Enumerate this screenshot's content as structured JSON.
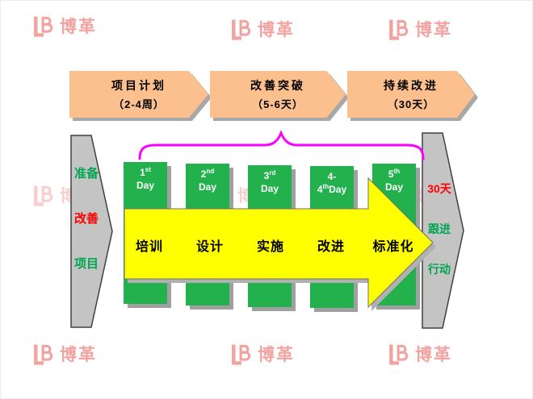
{
  "watermark": {
    "text": "博革"
  },
  "banners": [
    {
      "line1": "项目计划",
      "line2": "（2-4周）"
    },
    {
      "line1": "改善突破",
      "line2": "（5-6天）"
    },
    {
      "line1": "持续改进",
      "line2": "（30天）"
    }
  ],
  "left_arrow": {
    "line1": "准备",
    "line2": "改善",
    "line3": "项目"
  },
  "right_arrow": {
    "line1": "30天",
    "line2": "跟进",
    "line3": "行动"
  },
  "days": [
    {
      "l1": "1",
      "l1sup": "st",
      "l2": "Day"
    },
    {
      "l1": "2",
      "l1sup": "nd",
      "l2": "Day"
    },
    {
      "l1": "3",
      "l1sup": "rd",
      "l2": "Day"
    },
    {
      "l1": "4-",
      "l2": "4",
      "l2sup": "th",
      "l2rest": "Day"
    },
    {
      "l1": "5",
      "l1sup": "th",
      "l2": "Day"
    }
  ],
  "phases": [
    "培训",
    "设计",
    "实施",
    "改进",
    "标准化"
  ],
  "colors": {
    "banner_fill": "#fbc08e",
    "day_fill": "#22b14c",
    "process_arrow_fill": "#ffff00",
    "side_arrow_fill": "#c4c4c4",
    "brace": "#ff00ff",
    "watermark": "#f09390",
    "text_red": "#ff0000",
    "text_green": "#00a64f"
  }
}
